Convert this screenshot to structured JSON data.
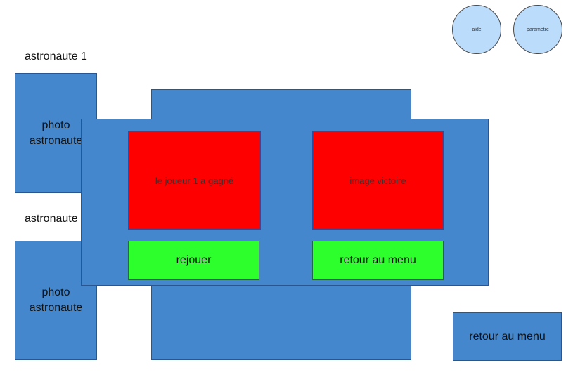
{
  "top_buttons": {
    "help": "aide",
    "settings": "parametre"
  },
  "players": [
    {
      "name": "astronaute 1",
      "photo_line1": "photo",
      "photo_line2": "astronaute"
    },
    {
      "name": "astronaute",
      "photo_line1": "photo",
      "photo_line2": "astronaute"
    }
  ],
  "victory_dialog": {
    "winner_text": "le joueur 1 a gagné",
    "image_text": "image victoire",
    "replay_button": "rejouer",
    "menu_button": "retour au menu"
  },
  "footer": {
    "menu_button": "retour au menu"
  },
  "colors": {
    "panel_blue": "#4587cc",
    "circle_fill": "#bcdcfb",
    "result_red": "#ff0000",
    "action_green": "#2cff2c"
  }
}
